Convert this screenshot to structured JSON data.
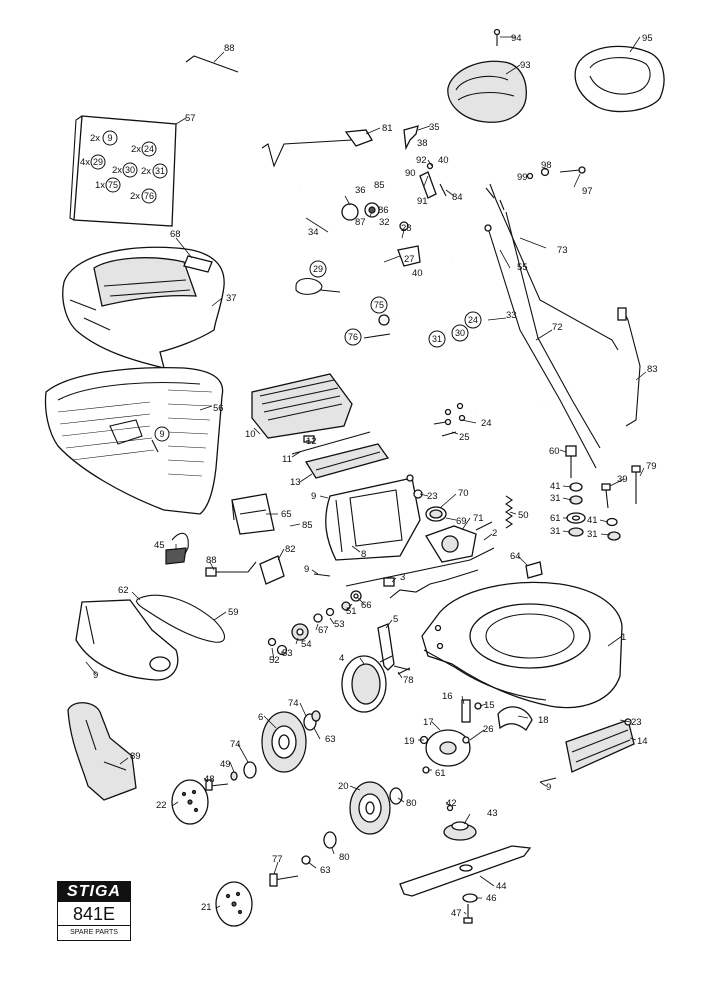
{
  "logo": {
    "brand": "STIGA",
    "model": "841E",
    "subtitle": "SPARE PARTS"
  },
  "labels": {
    "l88": "88",
    "l94": "94",
    "l95": "95",
    "l93": "93",
    "l57": "57",
    "l81": "81",
    "l35": "35",
    "l38": "38",
    "l92": "92",
    "l40a": "40",
    "l90": "90",
    "l91": "91",
    "l84": "84",
    "l98": "98",
    "l99": "99",
    "l97": "97",
    "l36": "36",
    "l85a": "85",
    "l86": "86",
    "l32": "32",
    "l87": "87",
    "l34": "34",
    "l28": "28",
    "l27": "27",
    "l40b": "40",
    "l73": "73",
    "l55": "55",
    "l68": "68",
    "l37": "37",
    "l33": "33",
    "l72": "72",
    "l83": "83",
    "l56": "56",
    "l10": "10",
    "l12": "12",
    "l11": "11",
    "l24": "24",
    "l25": "25",
    "l13": "13",
    "l60": "60",
    "l39": "39",
    "l79": "79",
    "l41a": "41",
    "l31a": "31",
    "l9a": "9",
    "l23a": "23",
    "l70": "70",
    "l50": "50",
    "l65": "65",
    "l85b": "85",
    "l61a": "61",
    "l31b": "31",
    "l41b": "41",
    "l31c": "31",
    "l69": "69",
    "l71": "71",
    "l45": "45",
    "l8": "8",
    "l82": "82",
    "l2": "2",
    "l88b": "88",
    "l9b": "9",
    "l3": "3",
    "l64": "64",
    "l62": "62",
    "l51": "51",
    "l66": "66",
    "l59": "59",
    "l67": "67",
    "l53a": "53",
    "l5": "5",
    "l1": "1",
    "l53b": "53",
    "l54": "54",
    "l52": "52",
    "l9c": "9",
    "l4": "4",
    "l78": "78",
    "l16": "16",
    "l15": "15",
    "l74a": "74",
    "l18": "18",
    "l17": "17",
    "l23b": "23",
    "l6": "6",
    "l63a": "63",
    "l26": "26",
    "l14": "14",
    "l19": "19",
    "l61b": "61",
    "l74b": "74",
    "l89": "89",
    "l49": "49",
    "l9d": "9",
    "l48": "48",
    "l20": "20",
    "l80a": "80",
    "l22": "22",
    "l42": "42",
    "l43": "43",
    "l80b": "80",
    "l77": "77",
    "l63b": "63",
    "l44": "44",
    "l46": "46",
    "l21": "21",
    "l47": "47"
  },
  "kit_items": [
    {
      "prefix": "2x",
      "num": "9"
    },
    {
      "prefix": "2x",
      "num": "24"
    },
    {
      "prefix": "4x",
      "num": "29"
    },
    {
      "prefix": "2x",
      "num": "30"
    },
    {
      "prefix": "2x",
      "num": "31"
    },
    {
      "prefix": "1x",
      "num": "75"
    },
    {
      "prefix": "2x",
      "num": "76"
    }
  ],
  "callouts": {
    "c29": "29",
    "c75": "75",
    "c76": "76",
    "c24": "24",
    "c30": "30",
    "c31": "31",
    "c9": "9"
  }
}
